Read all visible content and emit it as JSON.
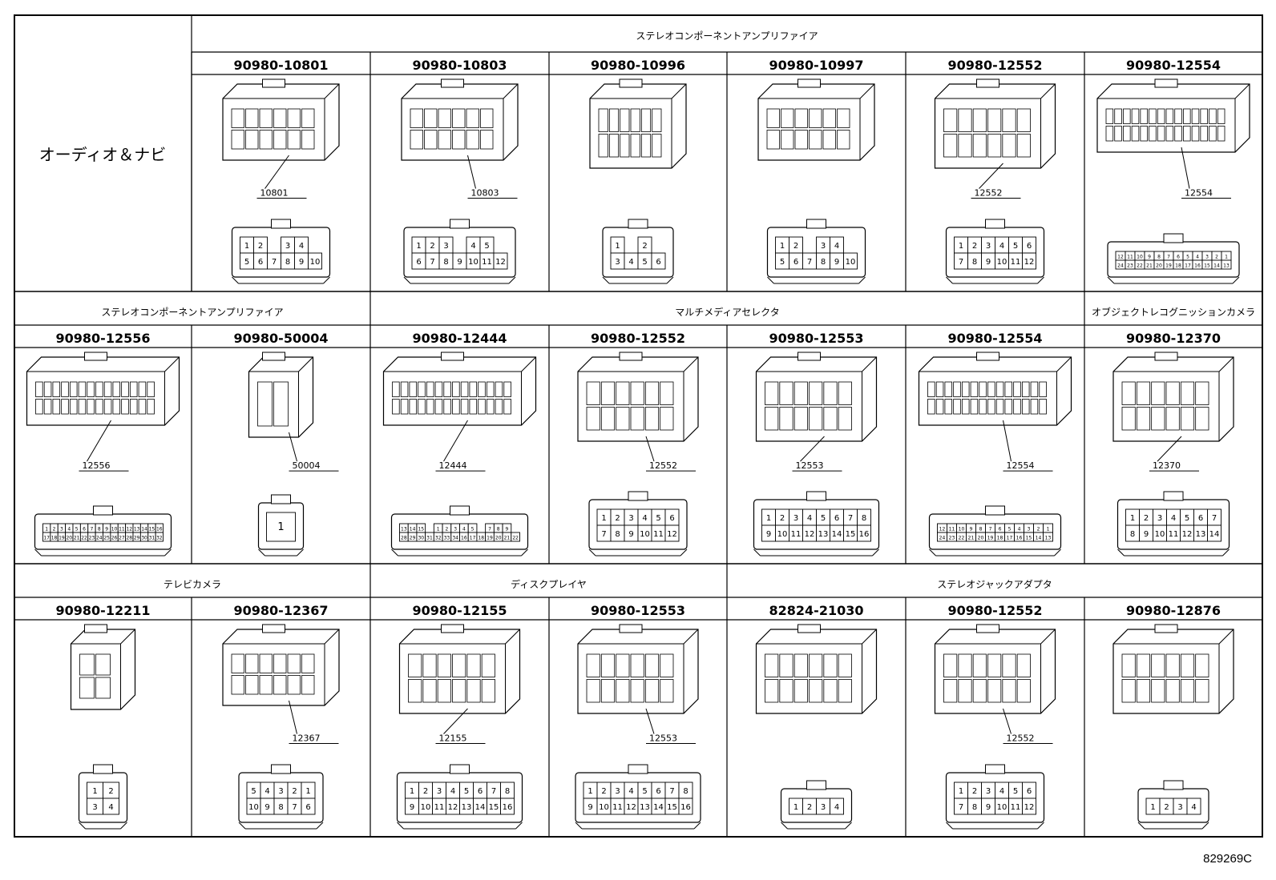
{
  "title": "オーディオ＆ナビ",
  "page_ref": "829269C",
  "rows": [
    {
      "groups": [
        {
          "label": "ステレオコンポーネントアンプリファイア",
          "span": [
            1,
            6
          ]
        }
      ],
      "cells": [
        {
          "part": "90980-10801",
          "code": "10801",
          "style": "box",
          "pins": [
            [
              "1",
              "2",
              "",
              "3",
              "4"
            ],
            [
              "5",
              "6",
              "7",
              "8",
              "9",
              "10"
            ]
          ]
        },
        {
          "part": "90980-10803",
          "code": "10803",
          "style": "box",
          "pins": [
            [
              "1",
              "2",
              "3",
              "",
              "4",
              "5"
            ],
            [
              "6",
              "7",
              "8",
              "9",
              "10",
              "11",
              "12"
            ]
          ]
        },
        {
          "part": "90980-10996",
          "code": "",
          "style": "small",
          "pins": [
            [
              "1",
              "",
              "2"
            ],
            [
              "3",
              "4",
              "5",
              "6"
            ]
          ]
        },
        {
          "part": "90980-10997",
          "code": "",
          "style": "box",
          "pins": [
            [
              "1",
              "2",
              "",
              "3",
              "4"
            ],
            [
              "5",
              "6",
              "7",
              "8",
              "9",
              "10"
            ]
          ]
        },
        {
          "part": "90980-12552",
          "code": "12552",
          "style": "tall",
          "pins": [
            [
              "1",
              "2",
              "3",
              "4",
              "5",
              "6"
            ],
            [
              "7",
              "8",
              "9",
              "10",
              "11",
              "12"
            ]
          ]
        },
        {
          "part": "90980-12554",
          "code": "12554",
          "style": "wide",
          "pins": [
            [
              "12",
              "11",
              "10",
              "9",
              "8",
              "7",
              "6",
              "5",
              "4",
              "3",
              "2",
              "1"
            ],
            [
              "24",
              "23",
              "22",
              "21",
              "20",
              "19",
              "18",
              "17",
              "16",
              "15",
              "14",
              "13"
            ]
          ]
        }
      ]
    },
    {
      "groups": [
        {
          "label": "ステレオコンポーネントアンプリファイア",
          "span": [
            0,
            1
          ]
        },
        {
          "label": "マルチメディアセレクタ",
          "span": [
            2,
            5
          ]
        },
        {
          "label": "オブジェクトレコグニッションカメラ",
          "span": [
            6,
            6
          ]
        }
      ],
      "cells": [
        {
          "part": "90980-12556",
          "code": "12556",
          "style": "wide",
          "pins": [
            [
              "1",
              "2",
              "3",
              "4",
              "5",
              "6",
              "7",
              "8",
              "9",
              "10",
              "11",
              "12",
              "13",
              "14",
              "15",
              "16"
            ],
            [
              "17",
              "18",
              "19",
              "20",
              "21",
              "22",
              "23",
              "24",
              "25",
              "26",
              "27",
              "28",
              "29",
              "30",
              "31",
              "32"
            ]
          ]
        },
        {
          "part": "90980-50004",
          "code": "50004",
          "style": "single",
          "pins": [
            [
              "1"
            ]
          ]
        },
        {
          "part": "90980-12444",
          "code": "12444",
          "style": "wide",
          "pins": [
            [
              "13",
              "14",
              "15",
              "",
              "1",
              "2",
              "3",
              "4",
              "5",
              "",
              "7",
              "8",
              "9"
            ],
            [
              "28",
              "29",
              "30",
              "31",
              "32",
              "33",
              "34",
              "16",
              "17",
              "18",
              "19",
              "20",
              "21",
              "22"
            ]
          ]
        },
        {
          "part": "90980-12552",
          "code": "12552",
          "style": "tall",
          "pins": [
            [
              "1",
              "2",
              "3",
              "4",
              "5",
              "6"
            ],
            [
              "7",
              "8",
              "9",
              "10",
              "11",
              "12"
            ]
          ]
        },
        {
          "part": "90980-12553",
          "code": "12553",
          "style": "tall",
          "pins": [
            [
              "1",
              "2",
              "3",
              "4",
              "5",
              "6",
              "7",
              "8"
            ],
            [
              "9",
              "10",
              "11",
              "12",
              "13",
              "14",
              "15",
              "16"
            ]
          ]
        },
        {
          "part": "90980-12554",
          "code": "12554",
          "style": "wide",
          "pins": [
            [
              "12",
              "11",
              "10",
              "9",
              "8",
              "7",
              "6",
              "5",
              "4",
              "3",
              "2",
              "1"
            ],
            [
              "24",
              "23",
              "22",
              "21",
              "20",
              "19",
              "18",
              "17",
              "16",
              "15",
              "14",
              "13"
            ]
          ]
        },
        {
          "part": "90980-12370",
          "code": "12370",
          "style": "tall",
          "pins": [
            [
              "1",
              "2",
              "3",
              "4",
              "5",
              "6",
              "7"
            ],
            [
              "8",
              "9",
              "10",
              "11",
              "12",
              "13",
              "14"
            ]
          ]
        }
      ]
    },
    {
      "groups": [
        {
          "label": "テレビカメラ",
          "span": [
            0,
            1
          ]
        },
        {
          "label": "ディスクプレイヤ",
          "span": [
            2,
            3
          ]
        },
        {
          "label": "ステレオジャックアダプタ",
          "span": [
            4,
            6
          ]
        }
      ],
      "cells": [
        {
          "part": "90980-12211",
          "code": "",
          "style": "quad",
          "pins": [
            [
              "1",
              "2"
            ],
            [
              "3",
              "4"
            ]
          ]
        },
        {
          "part": "90980-12367",
          "code": "12367",
          "style": "box",
          "pins": [
            [
              "5",
              "4",
              "3",
              "2",
              "1"
            ],
            [
              "10",
              "9",
              "8",
              "7",
              "6"
            ]
          ]
        },
        {
          "part": "90980-12155",
          "code": "12155",
          "style": "tall",
          "pins": [
            [
              "1",
              "2",
              "3",
              "4",
              "5",
              "6",
              "7",
              "8"
            ],
            [
              "9",
              "10",
              "11",
              "12",
              "13",
              "14",
              "15",
              "16"
            ]
          ]
        },
        {
          "part": "90980-12553",
          "code": "12553",
          "style": "tall",
          "pins": [
            [
              "1",
              "2",
              "3",
              "4",
              "5",
              "6",
              "7",
              "8"
            ],
            [
              "9",
              "10",
              "11",
              "12",
              "13",
              "14",
              "15",
              "16"
            ]
          ]
        },
        {
          "part": "82824-21030",
          "code": "",
          "style": "row",
          "pins": [
            [
              "1",
              "2",
              "3",
              "4"
            ]
          ]
        },
        {
          "part": "90980-12552",
          "code": "12552",
          "style": "tall",
          "pins": [
            [
              "1",
              "2",
              "3",
              "4",
              "5",
              "6"
            ],
            [
              "7",
              "8",
              "9",
              "10",
              "11",
              "12"
            ]
          ]
        },
        {
          "part": "90980-12876",
          "code": "",
          "style": "row",
          "pins": [
            [
              "1",
              "2",
              "3",
              "4"
            ]
          ]
        }
      ]
    }
  ]
}
